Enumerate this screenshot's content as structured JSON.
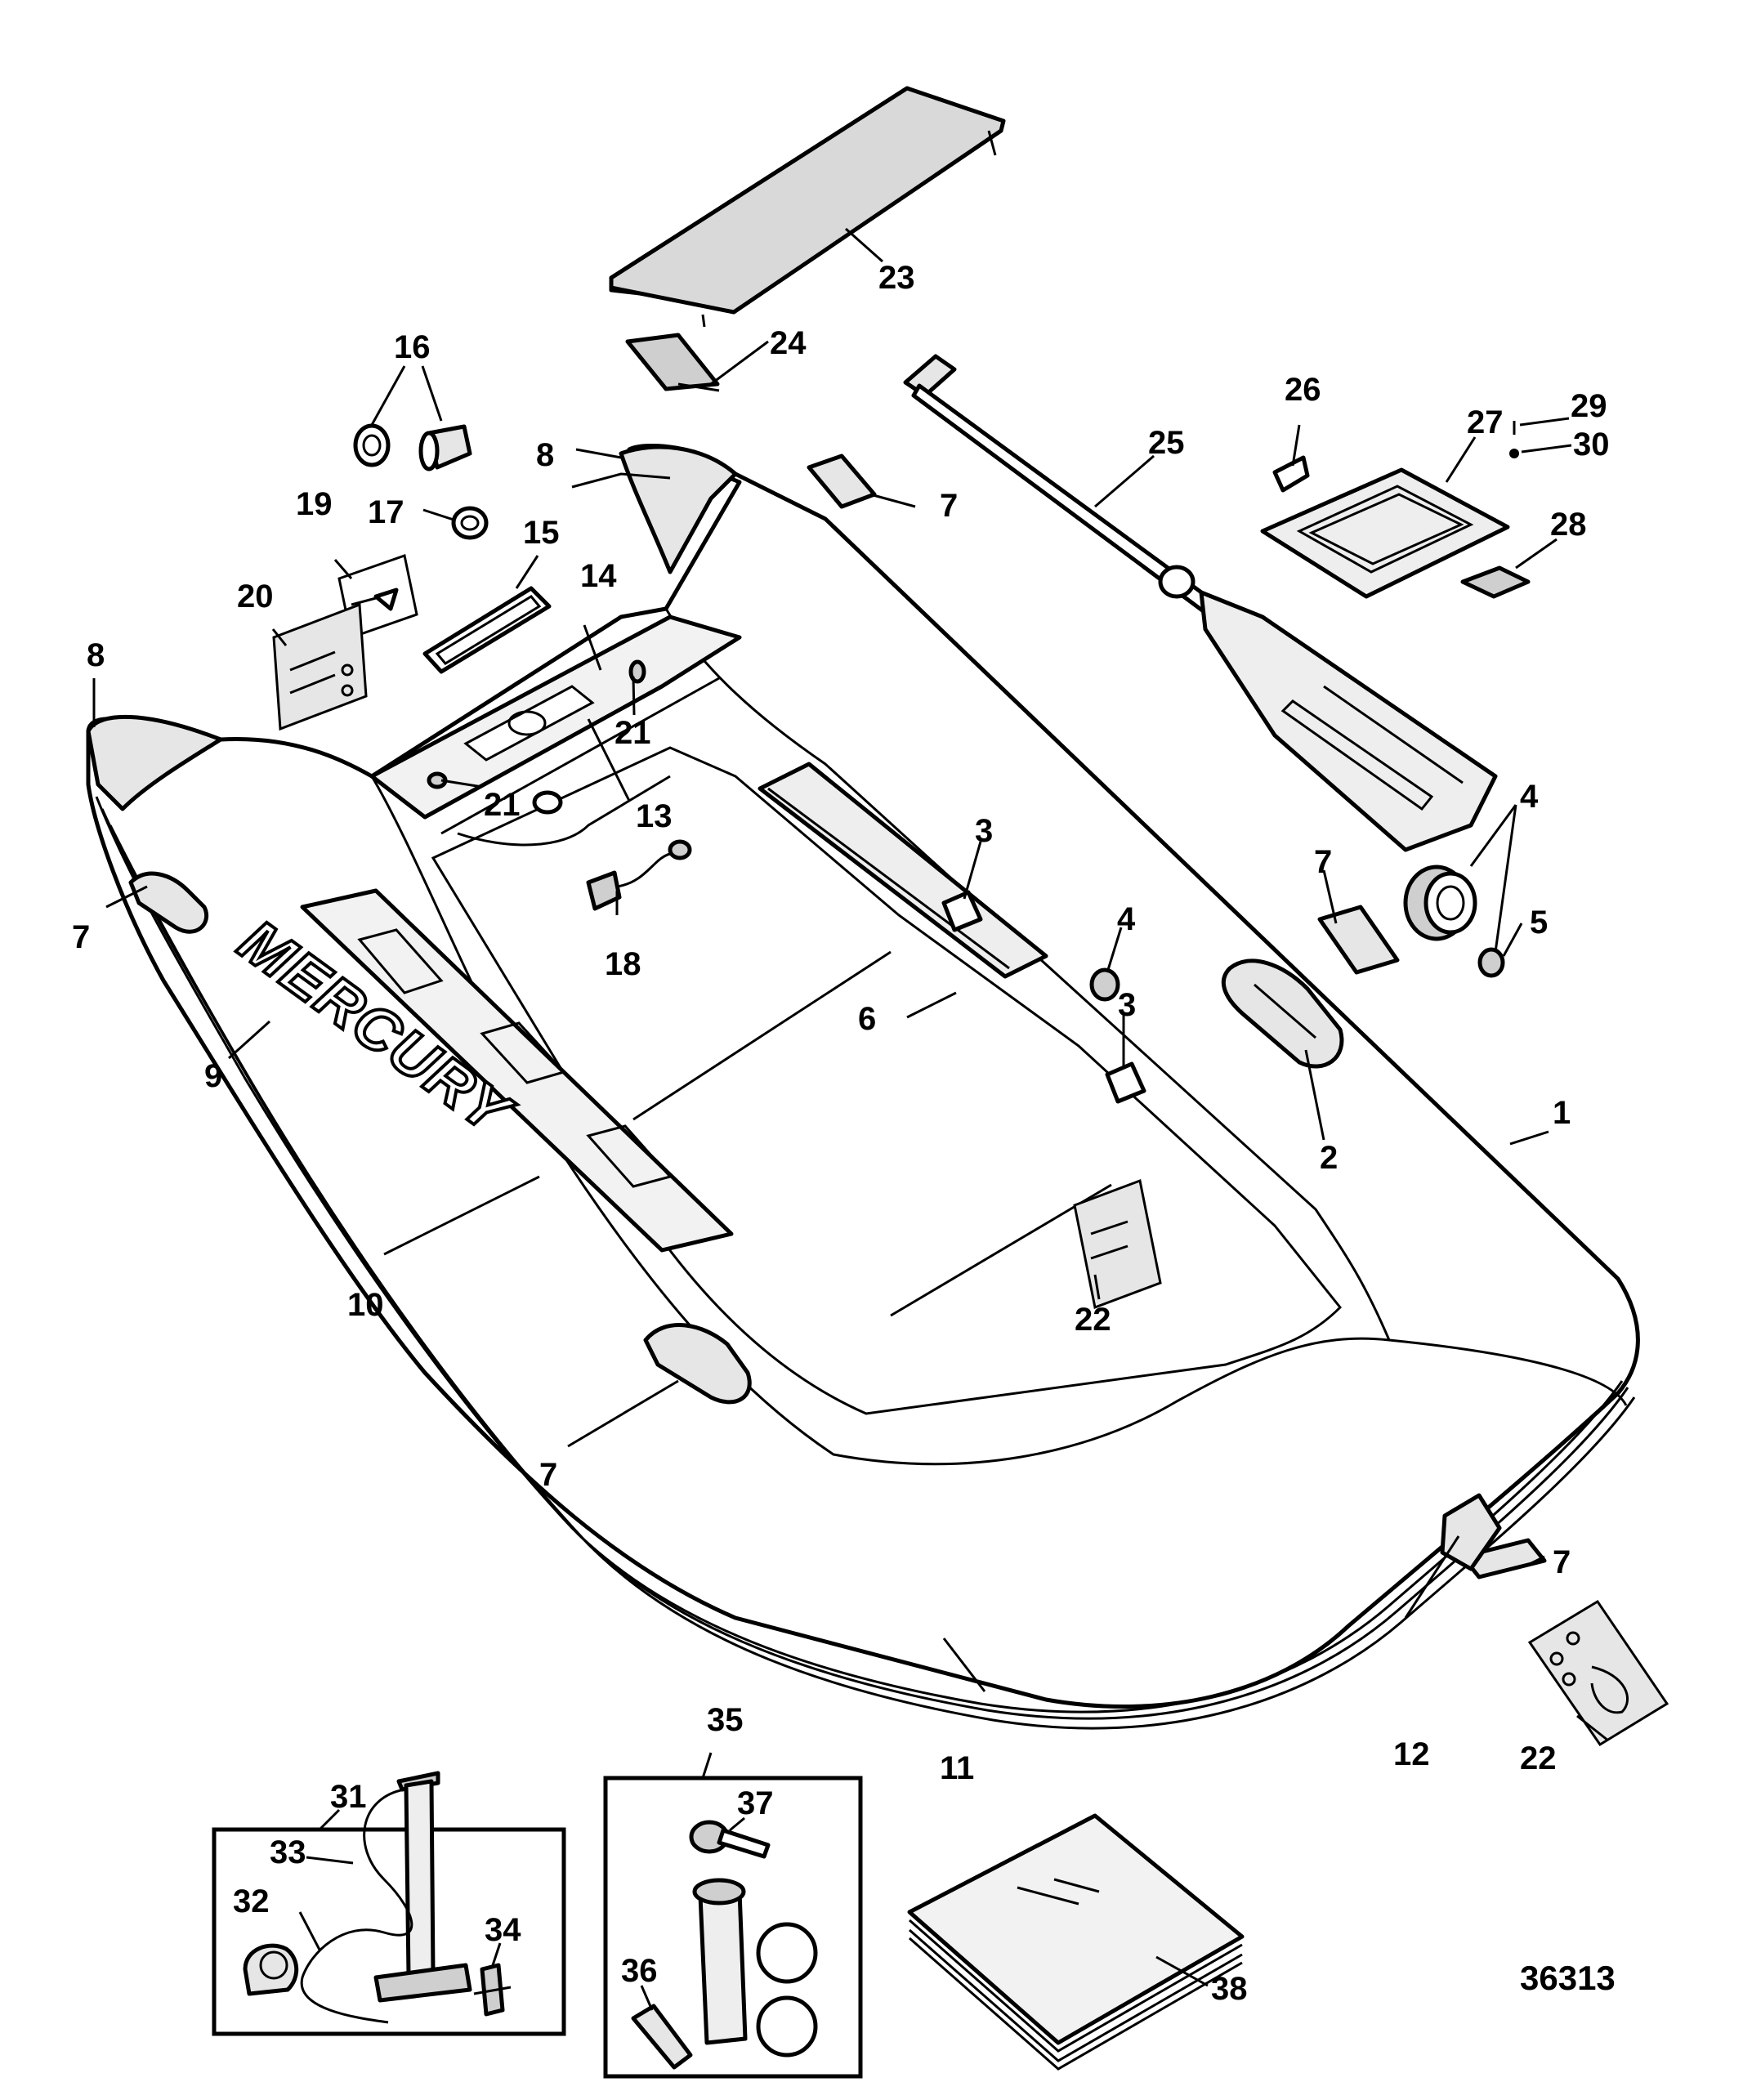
{
  "diagram": {
    "figure_number": "36313",
    "brand_label": "MERCURY",
    "callouts": [
      {
        "id": "c1",
        "label": "1"
      },
      {
        "id": "c2",
        "label": "2"
      },
      {
        "id": "c3a",
        "label": "3"
      },
      {
        "id": "c3b",
        "label": "3"
      },
      {
        "id": "c4a",
        "label": "4"
      },
      {
        "id": "c4b",
        "label": "4"
      },
      {
        "id": "c5",
        "label": "5"
      },
      {
        "id": "c6",
        "label": "6"
      },
      {
        "id": "c7a",
        "label": "7"
      },
      {
        "id": "c7b",
        "label": "7"
      },
      {
        "id": "c7c",
        "label": "7"
      },
      {
        "id": "c7d",
        "label": "7"
      },
      {
        "id": "c7e",
        "label": "7"
      },
      {
        "id": "c8a",
        "label": "8"
      },
      {
        "id": "c8b",
        "label": "8"
      },
      {
        "id": "c9",
        "label": "9"
      },
      {
        "id": "c10",
        "label": "10"
      },
      {
        "id": "c11",
        "label": "11"
      },
      {
        "id": "c12",
        "label": "12"
      },
      {
        "id": "c13",
        "label": "13"
      },
      {
        "id": "c14",
        "label": "14"
      },
      {
        "id": "c15",
        "label": "15"
      },
      {
        "id": "c16",
        "label": "16"
      },
      {
        "id": "c17",
        "label": "17"
      },
      {
        "id": "c18",
        "label": "18"
      },
      {
        "id": "c19",
        "label": "19"
      },
      {
        "id": "c20",
        "label": "20"
      },
      {
        "id": "c21a",
        "label": "21"
      },
      {
        "id": "c21b",
        "label": "21"
      },
      {
        "id": "c22a",
        "label": "22"
      },
      {
        "id": "c22b",
        "label": "22"
      },
      {
        "id": "c23",
        "label": "23"
      },
      {
        "id": "c24",
        "label": "24"
      },
      {
        "id": "c25",
        "label": "25"
      },
      {
        "id": "c26",
        "label": "26"
      },
      {
        "id": "c27",
        "label": "27"
      },
      {
        "id": "c28",
        "label": "28"
      },
      {
        "id": "c29",
        "label": "29"
      },
      {
        "id": "c30",
        "label": "30"
      },
      {
        "id": "c31",
        "label": "31"
      },
      {
        "id": "c32",
        "label": "32"
      },
      {
        "id": "c33",
        "label": "33"
      },
      {
        "id": "c34",
        "label": "34"
      },
      {
        "id": "c35",
        "label": "35"
      },
      {
        "id": "c36",
        "label": "36"
      },
      {
        "id": "c37",
        "label": "37"
      },
      {
        "id": "c38",
        "label": "38"
      }
    ]
  }
}
